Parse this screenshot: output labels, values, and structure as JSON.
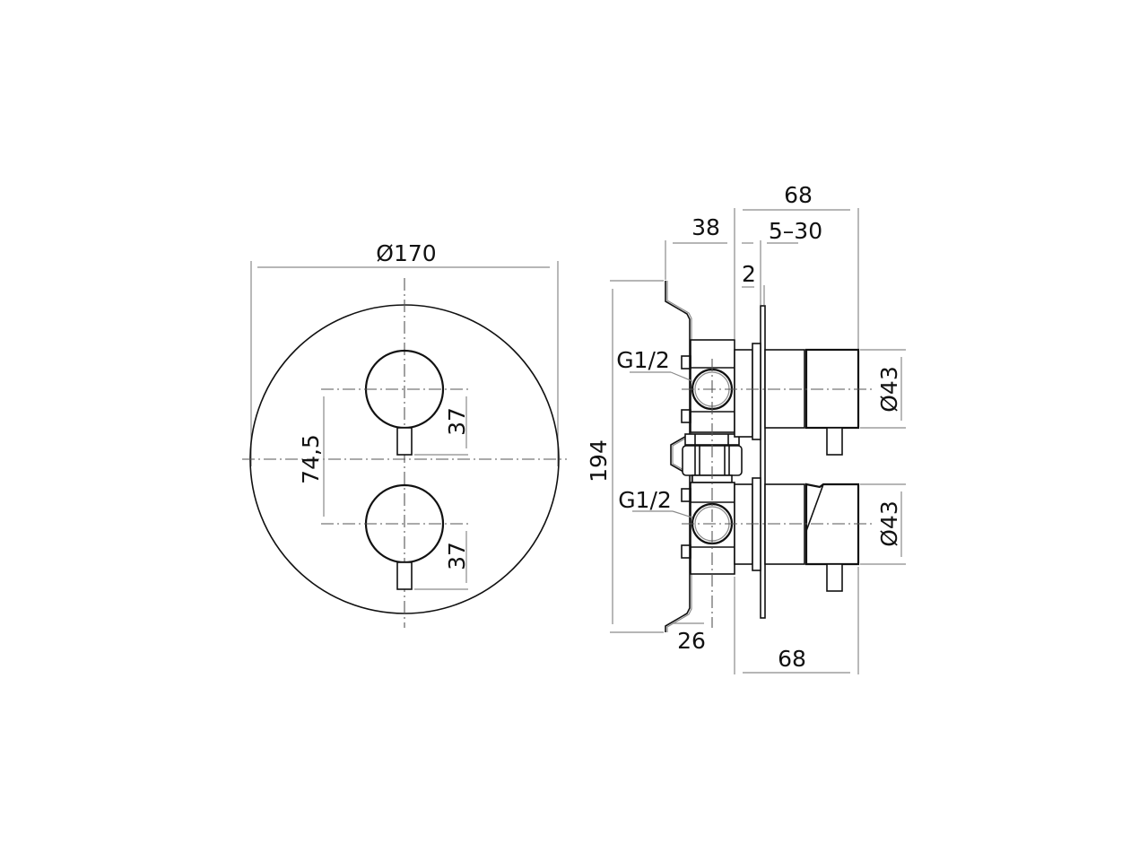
{
  "drawing": {
    "title": "Thermostatic concealed shower mixer - technical drawing",
    "front_view": {
      "diameter_label": "Ø170",
      "spacing_label": "74,5",
      "upper_handle_label": "37",
      "lower_handle_label": "37"
    },
    "side_view": {
      "top_total_label": "68",
      "depth_38_label": "38",
      "adjust_range_label": "5–30",
      "plate_thickness_label": "2",
      "height_label": "194",
      "upper_inlet_label": "G1/2",
      "lower_inlet_label": "G1/2",
      "upper_knob_diameter_label": "Ø43",
      "lower_knob_diameter_label": "Ø43",
      "bottom_depth_26_label": "26",
      "bottom_total_label": "68"
    },
    "colors": {
      "line": "#111111",
      "dimension": "#8a8a8a",
      "background": "#ffffff"
    }
  }
}
